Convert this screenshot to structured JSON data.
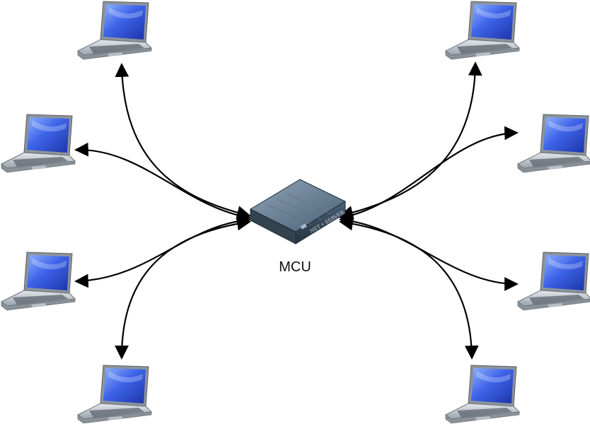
{
  "hub": {
    "label": "MCU",
    "device_text": "NET • SERVER",
    "colors": {
      "body": "#3b4f63",
      "top": "#6f8497",
      "edge": "#1f2b37"
    }
  },
  "nodes": [
    {
      "id": "laptop-1",
      "icon": "laptop-icon"
    },
    {
      "id": "laptop-2",
      "icon": "laptop-icon"
    },
    {
      "id": "laptop-3",
      "icon": "laptop-icon"
    },
    {
      "id": "laptop-4",
      "icon": "laptop-icon"
    },
    {
      "id": "laptop-5",
      "icon": "laptop-icon"
    },
    {
      "id": "laptop-6",
      "icon": "laptop-icon"
    },
    {
      "id": "laptop-7",
      "icon": "laptop-icon"
    },
    {
      "id": "laptop-8",
      "icon": "laptop-icon"
    }
  ],
  "edges": [
    {
      "from": "hub",
      "to": "laptop-1",
      "arrow": "both"
    },
    {
      "from": "hub",
      "to": "laptop-2",
      "arrow": "both"
    },
    {
      "from": "hub",
      "to": "laptop-3",
      "arrow": "both"
    },
    {
      "from": "hub",
      "to": "laptop-4",
      "arrow": "both"
    },
    {
      "from": "hub",
      "to": "laptop-5",
      "arrow": "both"
    },
    {
      "from": "hub",
      "to": "laptop-6",
      "arrow": "both"
    },
    {
      "from": "hub",
      "to": "laptop-7",
      "arrow": "both"
    },
    {
      "from": "hub",
      "to": "laptop-8",
      "arrow": "both"
    }
  ],
  "colors": {
    "screen": "#2f4fd6",
    "screen_glow": "#8fb1ff",
    "bezel": "#9ea6ad",
    "keyboard": "#c7cdd3",
    "arrow": "#000000"
  }
}
